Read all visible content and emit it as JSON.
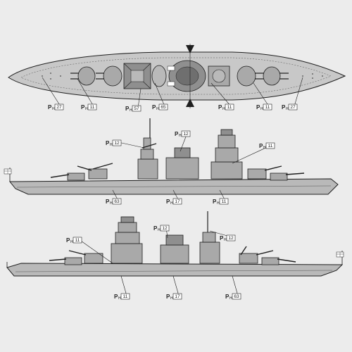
{
  "sheet": {
    "colors": {
      "paper": "#ececec",
      "hull": "#b9b9b9",
      "hull_dark": "#8f8f8f",
      "line": "#1f1f1f",
      "deck": "#c8c8c8",
      "wood": "#a9a9a9"
    }
  },
  "top_view": {
    "callouts": [
      {
        "part": "27"
      },
      {
        "part": "11"
      },
      {
        "part": "57"
      },
      {
        "part": "65"
      },
      {
        "part": "11"
      },
      {
        "part": "11"
      },
      {
        "part": "27"
      }
    ]
  },
  "side_view_1": {
    "callouts": [
      {
        "part": "12"
      },
      {
        "part": "12"
      },
      {
        "part": "11"
      },
      {
        "part": "63"
      },
      {
        "part": "17"
      },
      {
        "part": "11"
      }
    ]
  },
  "side_view_2": {
    "callouts": [
      {
        "part": "11"
      },
      {
        "part": "12"
      },
      {
        "part": "12"
      },
      {
        "part": "11"
      },
      {
        "part": "17"
      },
      {
        "part": "63"
      }
    ]
  },
  "callout_prefix": "P",
  "callout_subscript": "H"
}
